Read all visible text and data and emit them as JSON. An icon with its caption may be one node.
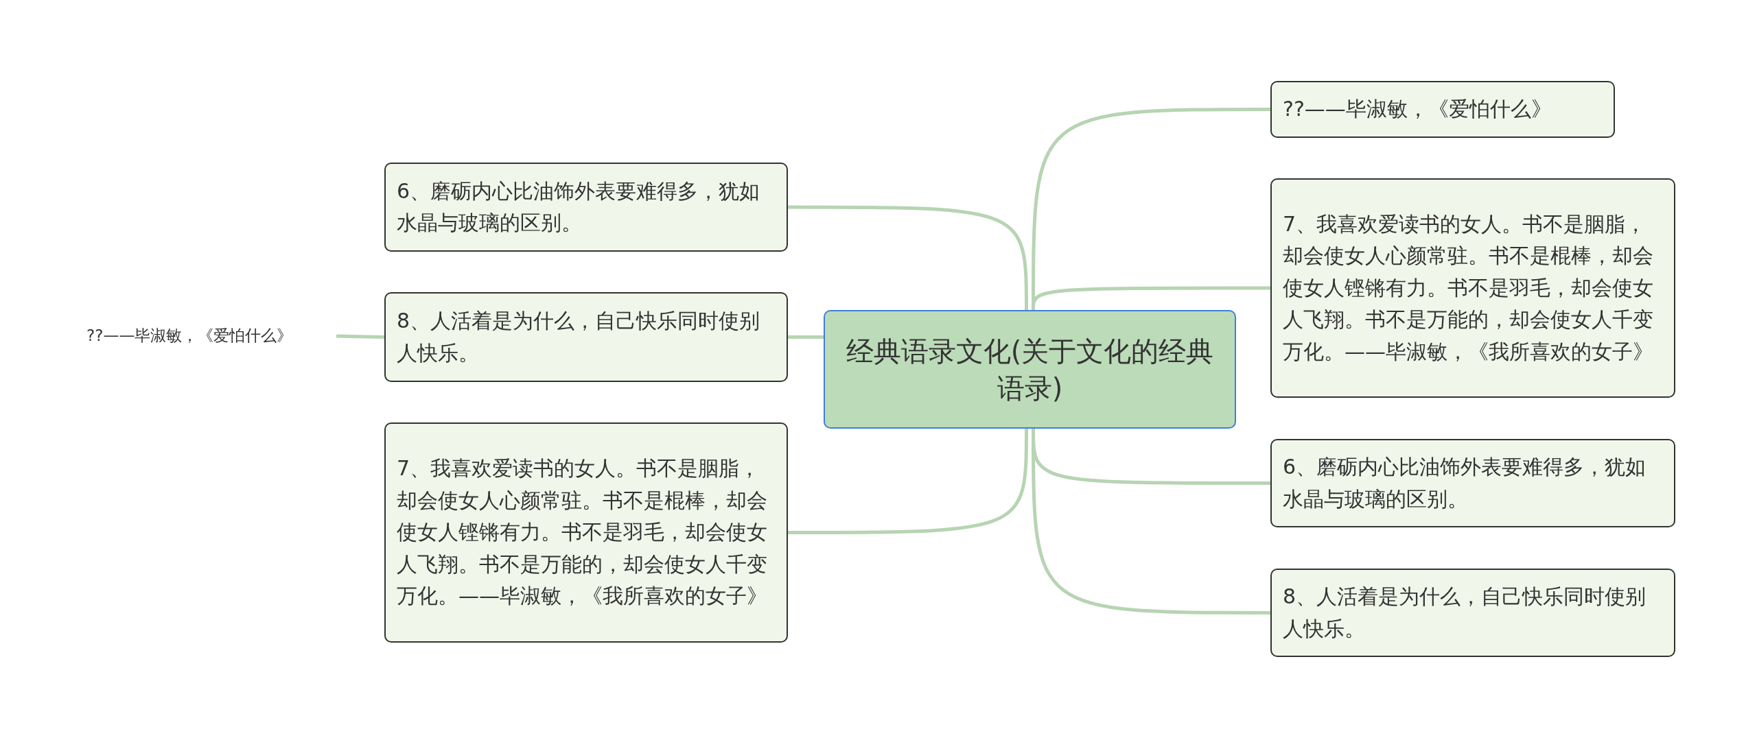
{
  "diagram": {
    "nodes": [
      {
        "text": [
          "经典语录文化(关于文化的经典语录)"
        ]
      },
      {
        "text": [
          "??——毕淑敏，《爱怕什么》"
        ]
      },
      {
        "text": [
          "7、我喜欢爱读书的女人。书不是胭脂，却会使女人心颜常驻。书不是棍棒，却会使女人铿锵有力。书不是羽毛，却会使女人飞翔。书不是万能的，却会使女人千变万化。——毕淑敏，《我所喜欢的女子》"
        ]
      },
      {
        "text": [
          "6、磨砺内心比油饰外表要难得多，犹如水晶与玻璃的区别。"
        ]
      },
      {
        "text": [
          "8、人活着是为什么，自己快乐同时使别人快乐。"
        ]
      },
      {
        "text": [
          "6、磨砺内心比油饰外表要难得多，犹如水晶与玻璃的区别。"
        ]
      },
      {
        "text": [
          "8、人活着是为什么，自己快乐同时使别人快乐。"
        ]
      },
      {
        "text": [
          "7、我喜欢爱读书的女人。书不是胭脂，却会使女人心颜常驻。书不是棍棒，却会使女人铿锵有力。书不是羽毛，却会使女人飞翔。书不是万能的，却会使女人千变万化。——毕淑敏，《我所喜欢的女子》"
        ]
      },
      {
        "text": [
          "??——毕淑敏，《爱怕什么》"
        ]
      }
    ],
    "edges": [
      {
        "from": 0,
        "to": 1,
        "arrow": "none"
      },
      {
        "from": 0,
        "to": 2,
        "arrow": "none"
      },
      {
        "from": 0,
        "to": 3,
        "arrow": "none"
      },
      {
        "from": 0,
        "to": 4,
        "arrow": "none"
      },
      {
        "from": 0,
        "to": 5,
        "arrow": "none"
      },
      {
        "from": 0,
        "to": 6,
        "arrow": "none"
      },
      {
        "from": 0,
        "to": 7,
        "arrow": "none"
      },
      {
        "from": 6,
        "to": 8,
        "arrow": "none"
      }
    ]
  }
}
